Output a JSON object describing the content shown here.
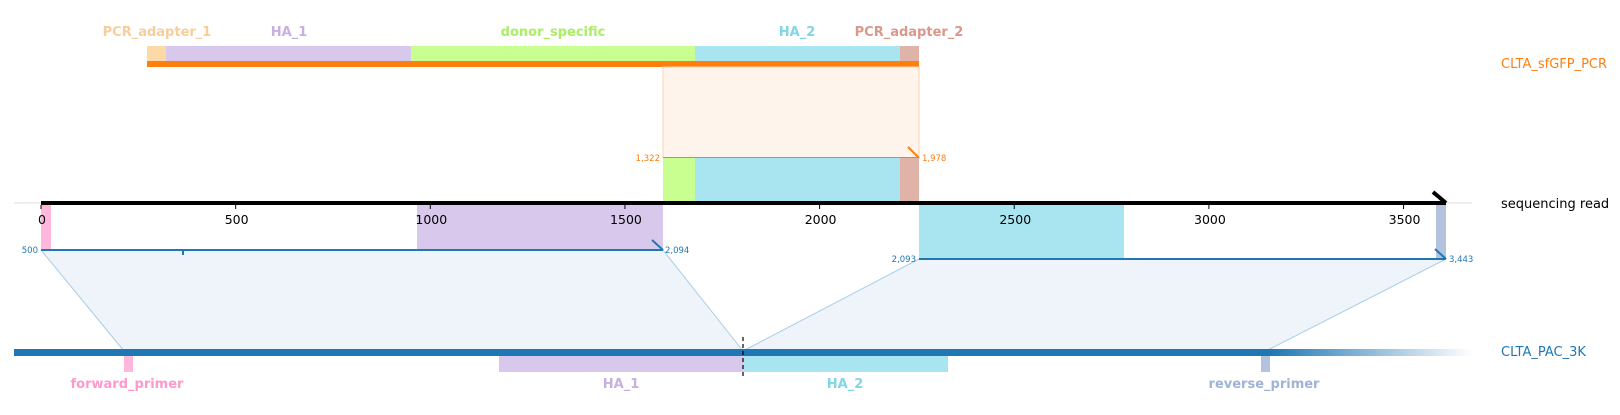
{
  "diagram": {
    "colors": {
      "pcr_track": "#ff7f0e",
      "read_track": "#000000",
      "ref_track": "#1f77b4",
      "pcr_adapter_1": "#fdd9a8",
      "ha1": "#d8c8eb",
      "donor_specific": "#c8ff90",
      "ha2": "#a8e5f0",
      "pcr_adapter_2": "#e0b3a8",
      "forward_primer": "#ffb8dc",
      "reverse_primer": "#b4c3dd",
      "pcr_alignment_fill": "#fff4ec",
      "ref_alignment_fill": "#eef4f9",
      "link_line": "#a8cde8"
    },
    "tracks": {
      "pcr": {
        "label": "CLTA_sfGFP_PCR"
      },
      "read": {
        "label": "sequencing read"
      },
      "ref": {
        "label": "CLTA_PAC_3K"
      }
    },
    "read_axis": {
      "min": 0,
      "max": 3609,
      "ticks": [
        0,
        500,
        1000,
        1500,
        2000,
        2500,
        3000,
        3500
      ]
    },
    "pcr_features": [
      {
        "name": "PCR_adapter_1",
        "color": "#fdd9a8",
        "label_color": "#f9cd9a"
      },
      {
        "name": "HA_1",
        "color": "#d8c8eb",
        "label_color": "#c5b0e0"
      },
      {
        "name": "donor_specific",
        "color": "#c8ff90",
        "label_color": "#aaee66"
      },
      {
        "name": "HA_2",
        "color": "#a8e5f0",
        "label_color": "#7fd6e8"
      },
      {
        "name": "PCR_adapter_2",
        "color": "#e0b3a8",
        "label_color": "#d9988a"
      }
    ],
    "ref_features": [
      {
        "name": "forward_primer",
        "color": "#ffb8dc",
        "label_color": "#ff99cc"
      },
      {
        "name": "HA_1",
        "color": "#d8c8eb",
        "label_color": "#c5b0e0"
      },
      {
        "name": "HA_2",
        "color": "#a8e5f0",
        "label_color": "#7fd6e8"
      },
      {
        "name": "reverse_primer",
        "color": "#b4c3dd",
        "label_color": "#9fb3d4"
      }
    ],
    "read_features": [
      {
        "feature": "forward_primer",
        "start": 0,
        "end": 25
      },
      {
        "feature": "HA_1",
        "start": 965,
        "end": 1600
      },
      {
        "feature": "donor_specific",
        "start": 1600,
        "end": 1682
      },
      {
        "feature": "HA_2",
        "start": 1682,
        "end": 2208
      },
      {
        "feature": "PCR_adapter_2",
        "start": 2208,
        "end": 2256
      },
      {
        "feature": "HA_2",
        "start": 2256,
        "end": 2784
      },
      {
        "feature": "reverse_primer",
        "start": 3585,
        "end": 3609
      }
    ],
    "alignments": [
      {
        "target": "pcr",
        "read_start": 1600,
        "read_end": 2256,
        "start_label": "1,322",
        "end_label": "1,978",
        "strand": "forward"
      },
      {
        "target": "ref",
        "read_start": 0,
        "read_end": 1600,
        "start_label": "500",
        "end_label": "2,094",
        "strand": "forward"
      },
      {
        "target": "ref",
        "read_start": 2256,
        "read_end": 3609,
        "start_label": "2,093",
        "end_label": "3,443",
        "strand": "forward"
      }
    ]
  }
}
